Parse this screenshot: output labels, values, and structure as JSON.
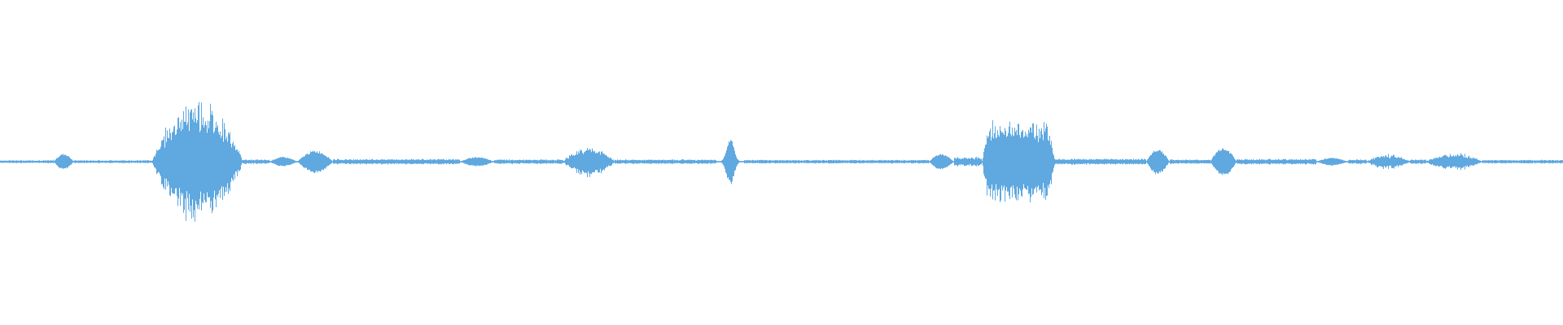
{
  "waveform": {
    "color": "#5fa8e0",
    "background": "#ffffff",
    "segments": [
      {
        "start": 0.0,
        "end": 0.033,
        "amp": 0.01,
        "shape": "flat"
      },
      {
        "start": 0.034,
        "end": 0.047,
        "amp": 0.05,
        "shape": "bump"
      },
      {
        "start": 0.047,
        "end": 0.097,
        "amp": 0.01,
        "shape": "flat"
      },
      {
        "start": 0.097,
        "end": 0.155,
        "amp": 0.4,
        "shape": "burst"
      },
      {
        "start": 0.155,
        "end": 0.172,
        "amp": 0.015,
        "shape": "flat"
      },
      {
        "start": 0.172,
        "end": 0.19,
        "amp": 0.03,
        "shape": "bump"
      },
      {
        "start": 0.19,
        "end": 0.213,
        "amp": 0.07,
        "shape": "bump"
      },
      {
        "start": 0.213,
        "end": 0.294,
        "amp": 0.018,
        "shape": "flat"
      },
      {
        "start": 0.294,
        "end": 0.316,
        "amp": 0.03,
        "shape": "bump"
      },
      {
        "start": 0.316,
        "end": 0.36,
        "amp": 0.015,
        "shape": "flat"
      },
      {
        "start": 0.36,
        "end": 0.393,
        "amp": 0.1,
        "shape": "burst"
      },
      {
        "start": 0.393,
        "end": 0.458,
        "amp": 0.015,
        "shape": "flat"
      },
      {
        "start": 0.458,
        "end": 0.476,
        "amp": 0.15,
        "shape": "spike"
      },
      {
        "start": 0.476,
        "end": 0.594,
        "amp": 0.012,
        "shape": "flat"
      },
      {
        "start": 0.594,
        "end": 0.61,
        "amp": 0.05,
        "shape": "bump"
      },
      {
        "start": 0.61,
        "end": 0.628,
        "amp": 0.03,
        "shape": "flat"
      },
      {
        "start": 0.628,
        "end": 0.675,
        "amp": 0.26,
        "shape": "plateau"
      },
      {
        "start": 0.675,
        "end": 0.733,
        "amp": 0.02,
        "shape": "flat"
      },
      {
        "start": 0.733,
        "end": 0.748,
        "amp": 0.08,
        "shape": "bump"
      },
      {
        "start": 0.748,
        "end": 0.774,
        "amp": 0.015,
        "shape": "flat"
      },
      {
        "start": 0.774,
        "end": 0.791,
        "amp": 0.09,
        "shape": "bump"
      },
      {
        "start": 0.791,
        "end": 0.842,
        "amp": 0.018,
        "shape": "flat"
      },
      {
        "start": 0.842,
        "end": 0.862,
        "amp": 0.025,
        "shape": "bump"
      },
      {
        "start": 0.862,
        "end": 0.874,
        "amp": 0.015,
        "shape": "flat"
      },
      {
        "start": 0.874,
        "end": 0.902,
        "amp": 0.05,
        "shape": "burst"
      },
      {
        "start": 0.902,
        "end": 0.912,
        "amp": 0.015,
        "shape": "flat"
      },
      {
        "start": 0.912,
        "end": 0.948,
        "amp": 0.06,
        "shape": "burst"
      },
      {
        "start": 0.948,
        "end": 1.0,
        "amp": 0.012,
        "shape": "flat"
      }
    ]
  }
}
